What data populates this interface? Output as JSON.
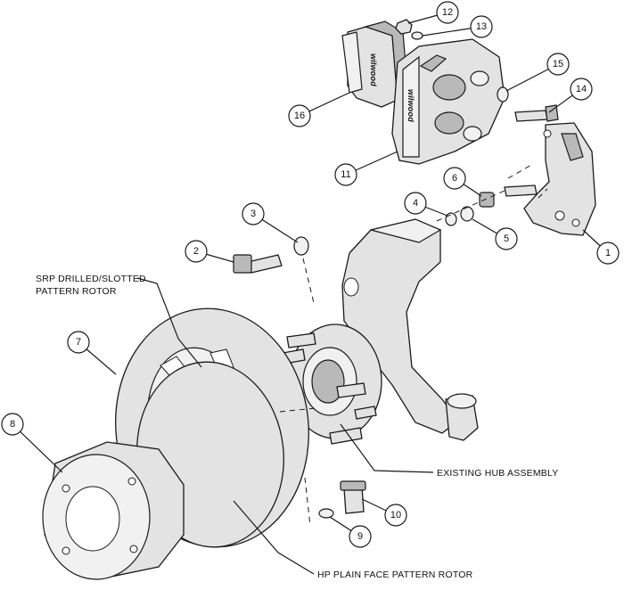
{
  "labels": {
    "srp_rotor": [
      "SRP DRILLED/SLOTTED",
      "PATTERN ROTOR"
    ],
    "hub": "EXISTING HUB ASSEMBLY",
    "hp_rotor": "HP PLAIN FACE PATTERN ROTOR",
    "caliper_logo": "wilwood",
    "pad_logo": "wilwood"
  },
  "callouts": [
    "1",
    "2",
    "3",
    "4",
    "5",
    "6",
    "7",
    "8",
    "9",
    "10",
    "11",
    "12",
    "13",
    "14",
    "15",
    "16"
  ]
}
